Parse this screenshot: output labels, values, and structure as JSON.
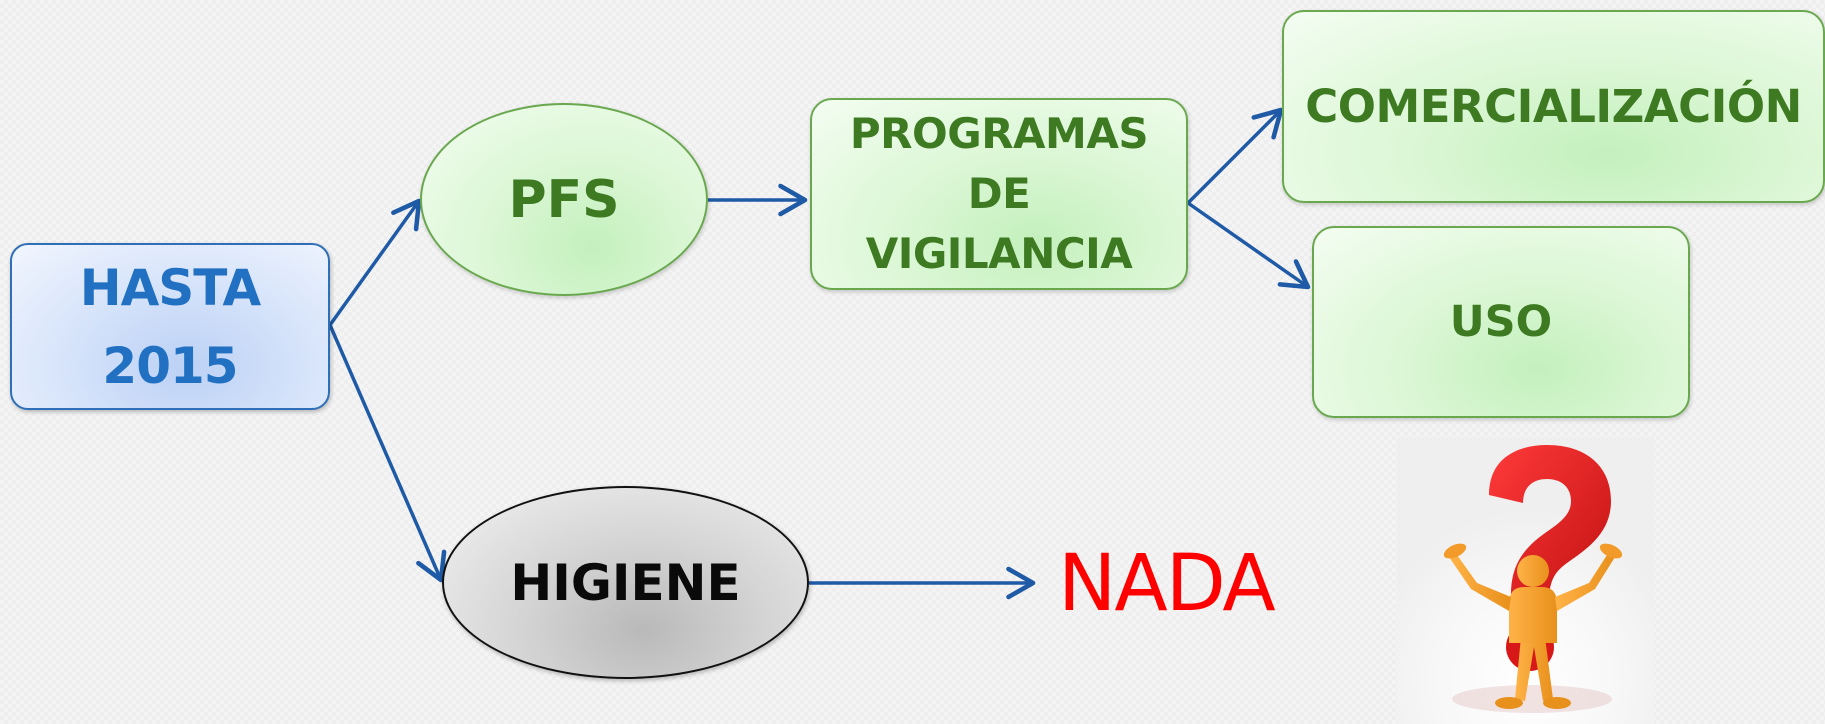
{
  "colors": {
    "arrow": "#1f5aa6",
    "blue_text": "#2170c2",
    "green_text": "#3d7a22",
    "higiene_text": "#0a0a0a",
    "nada_text": "#ff0000",
    "question_mark": "#e02020",
    "figure": "#f0a030"
  },
  "nodes": {
    "hasta": {
      "label": "HASTA\n2015"
    },
    "pfs": {
      "label": "PFS"
    },
    "programas": {
      "label": "PROGRAMAS\nDE\nVIGILANCIA"
    },
    "comercializacion": {
      "label": "COMERCIALIZACIÓN"
    },
    "uso": {
      "label": "USO"
    },
    "higiene": {
      "label": "HIGIENE"
    },
    "nada": {
      "label": "NADA"
    }
  },
  "edges": [
    {
      "from": "hasta",
      "to": "pfs"
    },
    {
      "from": "hasta",
      "to": "higiene"
    },
    {
      "from": "pfs",
      "to": "programas"
    },
    {
      "from": "programas",
      "to": "comercializacion"
    },
    {
      "from": "programas",
      "to": "uso"
    },
    {
      "from": "higiene",
      "to": "nada"
    }
  ],
  "illustration": {
    "icon": "question-person-icon"
  }
}
